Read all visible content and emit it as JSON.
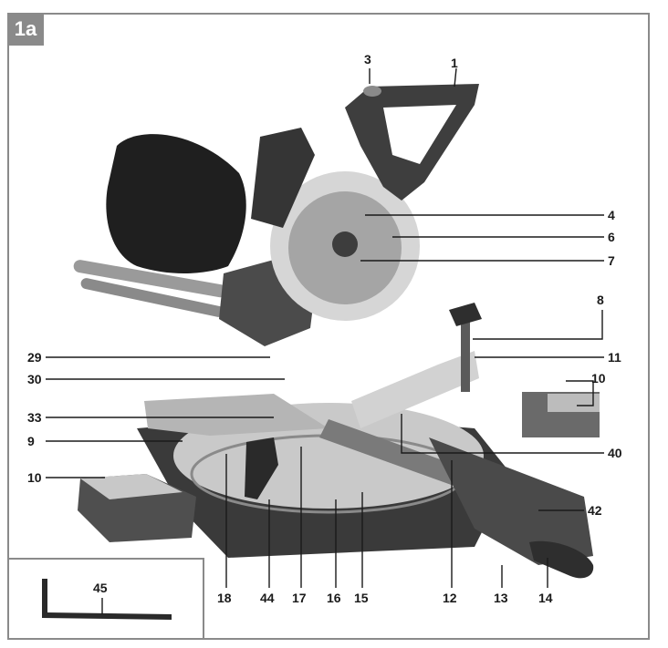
{
  "figure_label": "1a",
  "callouts": {
    "n1": "1",
    "n3": "3",
    "n4": "4",
    "n6": "6",
    "n7": "7",
    "n8": "8",
    "n9": "9",
    "n10a": "10",
    "n10b": "10",
    "n11": "11",
    "n12": "12",
    "n13": "13",
    "n14": "14",
    "n15": "15",
    "n16": "16",
    "n17": "17",
    "n18": "18",
    "n29": "29",
    "n30": "30",
    "n33": "33",
    "n40": "40",
    "n42": "42",
    "n44": "44",
    "n45": "45"
  },
  "colors": {
    "frame": "#8a8a8a",
    "body_dark": "#3a3a3a",
    "body_mid": "#6b6b6b",
    "metal_light": "#c9c9c9",
    "metal_mid": "#a9a9a9",
    "bag": "#1f1f1f",
    "text": "#1a1a1a"
  }
}
